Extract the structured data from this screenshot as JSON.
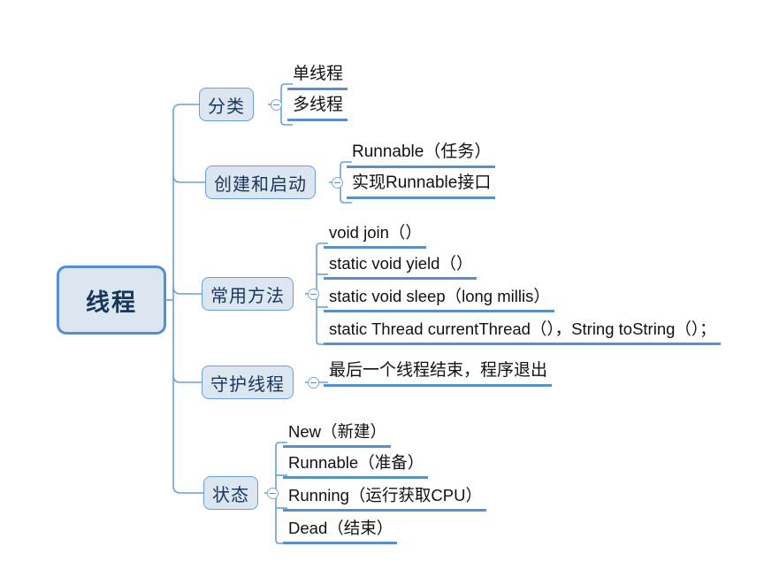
{
  "mindmap": {
    "root": {
      "label": "线程",
      "fill": "#dce6f1",
      "border": "#558ed5",
      "text_color": "#17365d"
    },
    "theme": {
      "branch_fill": "#dce6f1",
      "branch_border": "#6a9fd8",
      "leaf_underline": "#5b8fc9",
      "connector": "#6a9fd8",
      "background": "#ffffff",
      "leaf_text": "#111111"
    },
    "branches": [
      {
        "label": "分类",
        "toggle": "collapse-toggle-minus",
        "leaves": [
          {
            "label": "单线程"
          },
          {
            "label": "多线程"
          }
        ]
      },
      {
        "label": "创建和启动",
        "toggle": "collapse-toggle-minus",
        "leaves": [
          {
            "label": "Runnable（任务）"
          },
          {
            "label": "实现Runnable接口"
          }
        ]
      },
      {
        "label": "常用方法",
        "toggle": "collapse-toggle-minus",
        "leaves": [
          {
            "label": "void join（）"
          },
          {
            "label": "static void yield（）"
          },
          {
            "label": "static void sleep（long millis）"
          },
          {
            "label": "static Thread currentThread（），String toString（）；"
          }
        ]
      },
      {
        "label": "守护线程",
        "toggle": "collapse-toggle-minus",
        "leaves": [
          {
            "label": "最后一个线程结束，程序退出"
          }
        ]
      },
      {
        "label": "状态",
        "toggle": "collapse-toggle-minus",
        "leaves": [
          {
            "label": "New（新建）"
          },
          {
            "label": "Runnable（准备）"
          },
          {
            "label": "Running（运行获取CPU）"
          },
          {
            "label": "Dead（结束）"
          }
        ]
      }
    ]
  }
}
